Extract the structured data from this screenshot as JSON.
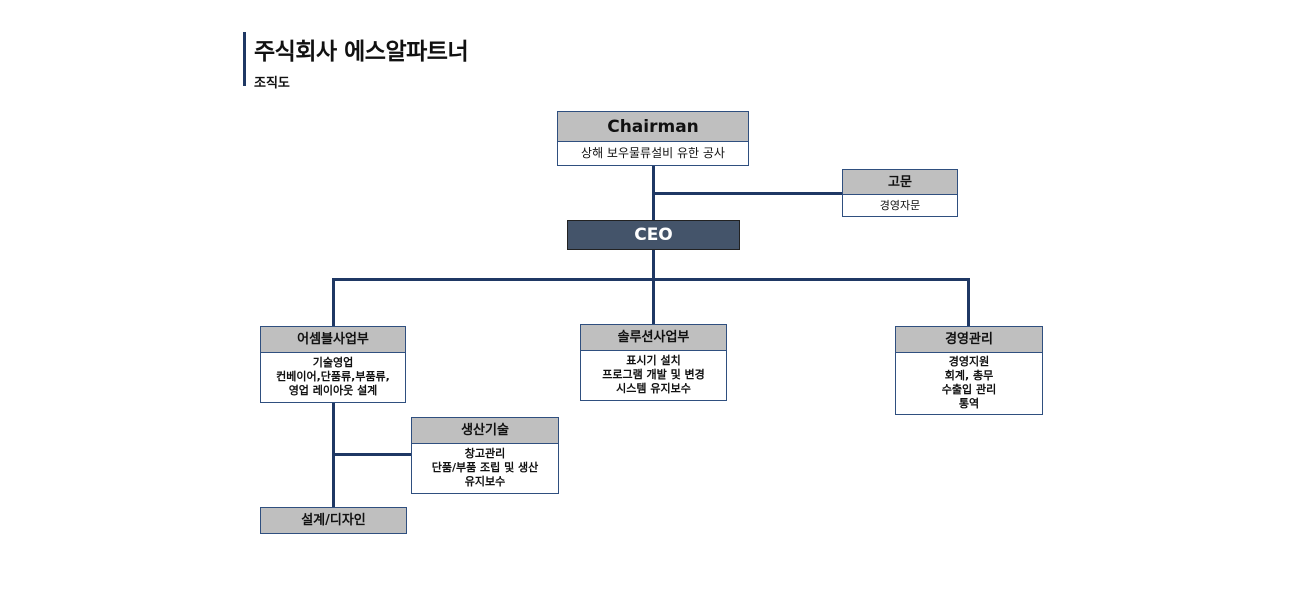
{
  "header": {
    "title": "주식회사 에스알파트너",
    "subtitle": "조직도"
  },
  "chairman": {
    "title": "Chairman",
    "description": "상해 보우물류설비 유한 공사"
  },
  "advisor": {
    "title": "고문",
    "description": "경영자문"
  },
  "ceo": {
    "title": "CEO"
  },
  "departments": [
    {
      "title": "어셈블사업부",
      "lines": [
        "기술영업",
        "컨베이어,단품류,부품류,",
        "영업 레이아웃 설계"
      ]
    },
    {
      "title": "솔루션사업부",
      "lines": [
        "표시기 설치",
        "프로그램 개발 및 변경",
        "시스템 유지보수"
      ]
    },
    {
      "title": "경영관리",
      "lines": [
        "경영지원",
        "회계, 총무",
        "수출입 관리",
        "통역"
      ]
    }
  ],
  "sub_departments": [
    {
      "title": "생산기술",
      "lines": [
        "창고관리",
        "단품/부품 조립 및 생산",
        "유지보수"
      ]
    },
    {
      "title": "설계/디자인"
    }
  ],
  "colors": {
    "connector": "#1f3864",
    "box_header": "#bfbfbf",
    "ceo_fill": "#44546a"
  }
}
